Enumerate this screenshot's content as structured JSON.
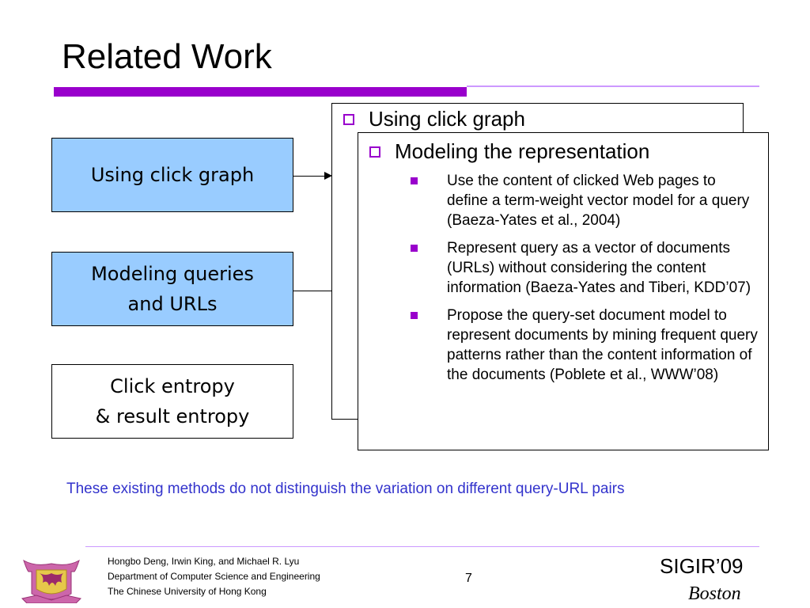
{
  "slide": {
    "title": "Related Work",
    "accent_color": "#9900cc",
    "accent_light_color": "#cc99ff",
    "box_fill_color": "#99ccff",
    "footnote_color": "#3333cc"
  },
  "boxes": [
    {
      "lines": [
        "Using click graph"
      ],
      "highlighted": true
    },
    {
      "lines": [
        "Modeling queries",
        "and URLs"
      ],
      "highlighted": true
    },
    {
      "lines": [
        "Click entropy",
        "& result entropy"
      ],
      "highlighted": false
    }
  ],
  "panel_back": {
    "heading": "Using click graph"
  },
  "panel_front": {
    "heading": "Modeling the representation",
    "items": [
      "Use the content of clicked Web pages to define a term-weight vector model for a query (Baeza-Yates et al., 2004)",
      "Represent query as a vector of documents (URLs) without considering the content information (Baeza-Yates and Tiberi, KDD’07)",
      "Propose the query-set document model to represent documents by mining frequent query patterns rather than the content information of the documents (Poblete et al., WWW’08)"
    ]
  },
  "footnote": "These existing methods do not distinguish the variation on different query-URL pairs",
  "footer": {
    "authors": "Hongbo Deng, Irwin King, and Michael R. Lyu",
    "department": "Department of Computer Science and Engineering",
    "university": "The Chinese University of Hong Kong",
    "page_number": "7",
    "conference": "SIGIR’09",
    "city": "Boston",
    "logo_icon": "university-crest-icon"
  }
}
